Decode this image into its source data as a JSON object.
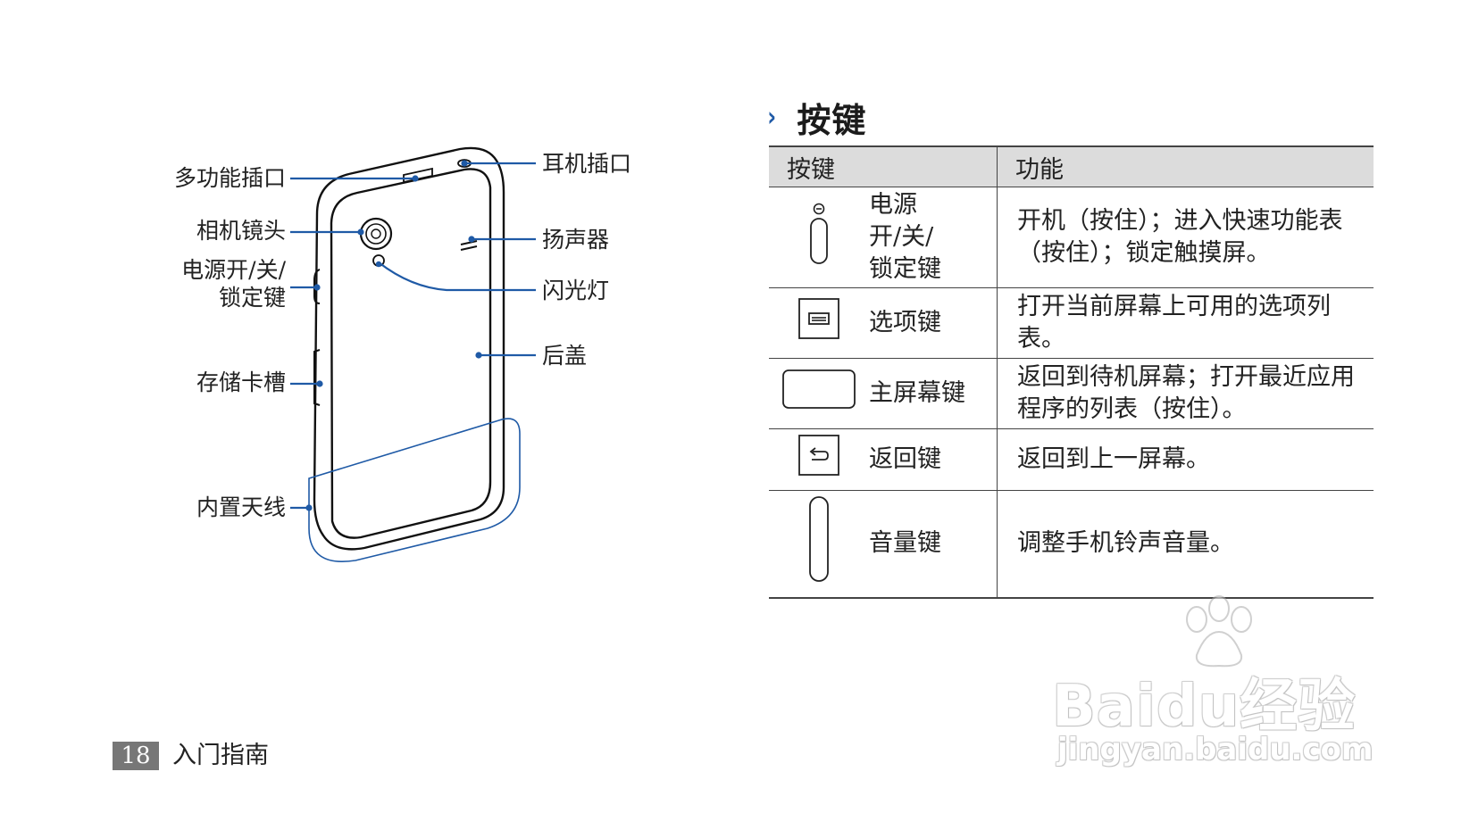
{
  "diagram": {
    "labels_left": {
      "multifunction_jack": "多功能插口",
      "camera_lens": "相机镜头",
      "power_lock_key_line1": "电源开/关/",
      "power_lock_key_line2": "锁定键",
      "memory_card_slot": "存储卡槽",
      "internal_antenna": "内置天线"
    },
    "labels_right": {
      "headset_jack": "耳机插口",
      "speaker": "扬声器",
      "flash": "闪光灯",
      "back_cover": "后盖"
    },
    "line_color": "#1f5aa6"
  },
  "section": {
    "chevron": "›",
    "title": "按键"
  },
  "table": {
    "header": {
      "key": "按键",
      "function": "功能"
    },
    "rows": [
      {
        "icon": "power-key-icon",
        "name_line1": "电源",
        "name_line2": "开/关/",
        "name_line3": "锁定键",
        "desc": "开机（按住）；进入快速功能表（按住）；锁定触摸屏。"
      },
      {
        "icon": "menu-key-icon",
        "name": "选项键",
        "desc": "打开当前屏幕上可用的选项列表。"
      },
      {
        "icon": "home-key-icon",
        "name": "主屏幕键",
        "desc": "返回到待机屏幕；打开最近应用程序的列表（按住）。"
      },
      {
        "icon": "back-key-icon",
        "name": "返回键",
        "desc": "返回到上一屏幕。"
      },
      {
        "icon": "volume-key-icon",
        "name": "音量键",
        "desc": "调整手机铃声音量。"
      }
    ]
  },
  "footer": {
    "page_number": "18",
    "chapter": "入门指南"
  },
  "watermark": {
    "brand": "Baidu经验",
    "url": "jingyan.baidu.com"
  }
}
